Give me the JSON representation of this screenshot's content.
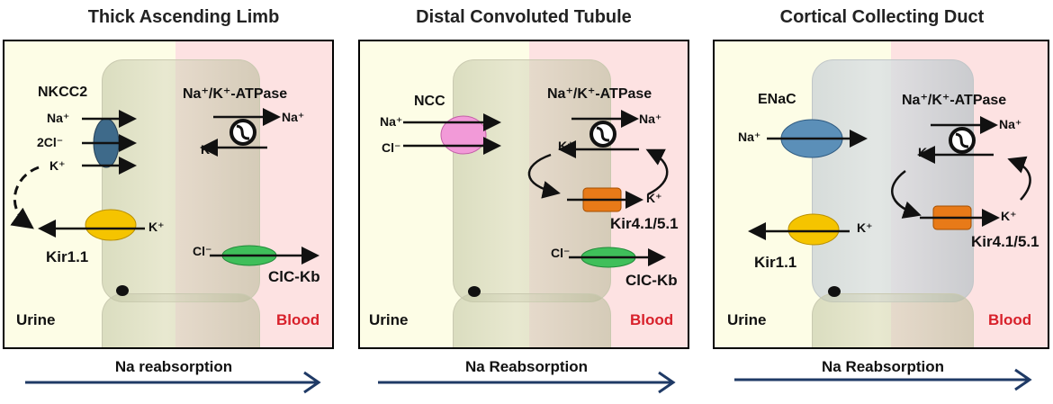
{
  "panels": [
    {
      "title": "Thick Ascending Limb",
      "transporter": "NKCC2",
      "ions": [
        "Na⁺",
        "2Cl⁻",
        "K⁺"
      ],
      "pump": "Na⁺/K⁺-ATPase",
      "pump_na": "Na⁺",
      "pump_k": "K⁺",
      "channel": "Kir1.1",
      "channel_ion": "K⁺",
      "cl_channel": "ClC-Kb",
      "cl_ion": "Cl⁻",
      "urine": "Urine",
      "blood": "Blood",
      "arrow": "Na reabsorption"
    },
    {
      "title": "Distal Convoluted Tubule",
      "transporter": "NCC",
      "ions": [
        "Na⁺",
        "Cl⁻"
      ],
      "pump": "Na⁺/K⁺-ATPase",
      "pump_na": "Na⁺",
      "pump_k": "K⁺",
      "basolateral_channel": "Kir4.1/5.1",
      "basolateral_ion": "K⁺",
      "cl_channel": "ClC-Kb",
      "cl_ion": "Cl⁻",
      "urine": "Urine",
      "blood": "Blood",
      "arrow": "Na Reabsorption"
    },
    {
      "title": "Cortical Collecting Duct",
      "transporter": "ENaC",
      "ions": [
        "Na⁺"
      ],
      "pump": "Na⁺/K⁺-ATPase",
      "pump_na": "Na⁺",
      "pump_k": "K⁺",
      "basolateral_channel": "Kir4.1/5.1",
      "basolateral_ion": "K⁺",
      "channel": "Kir1.1",
      "channel_ion": "K⁺",
      "urine": "Urine",
      "blood": "Blood",
      "arrow": "Na Reabsorption"
    }
  ],
  "colors": {
    "urine_bg": "#fdfde6",
    "blood_bg": "#fde2e2",
    "blood_text": "#d8202a",
    "nkcc2": "#3e6a8a",
    "kir11": "#f5c400",
    "clckb": "#3fbf5a",
    "ncc": "#f29ad8",
    "kir45": "#e87a18",
    "enac": "#5b8fb8",
    "flow_arrow": "#1f3a66"
  }
}
